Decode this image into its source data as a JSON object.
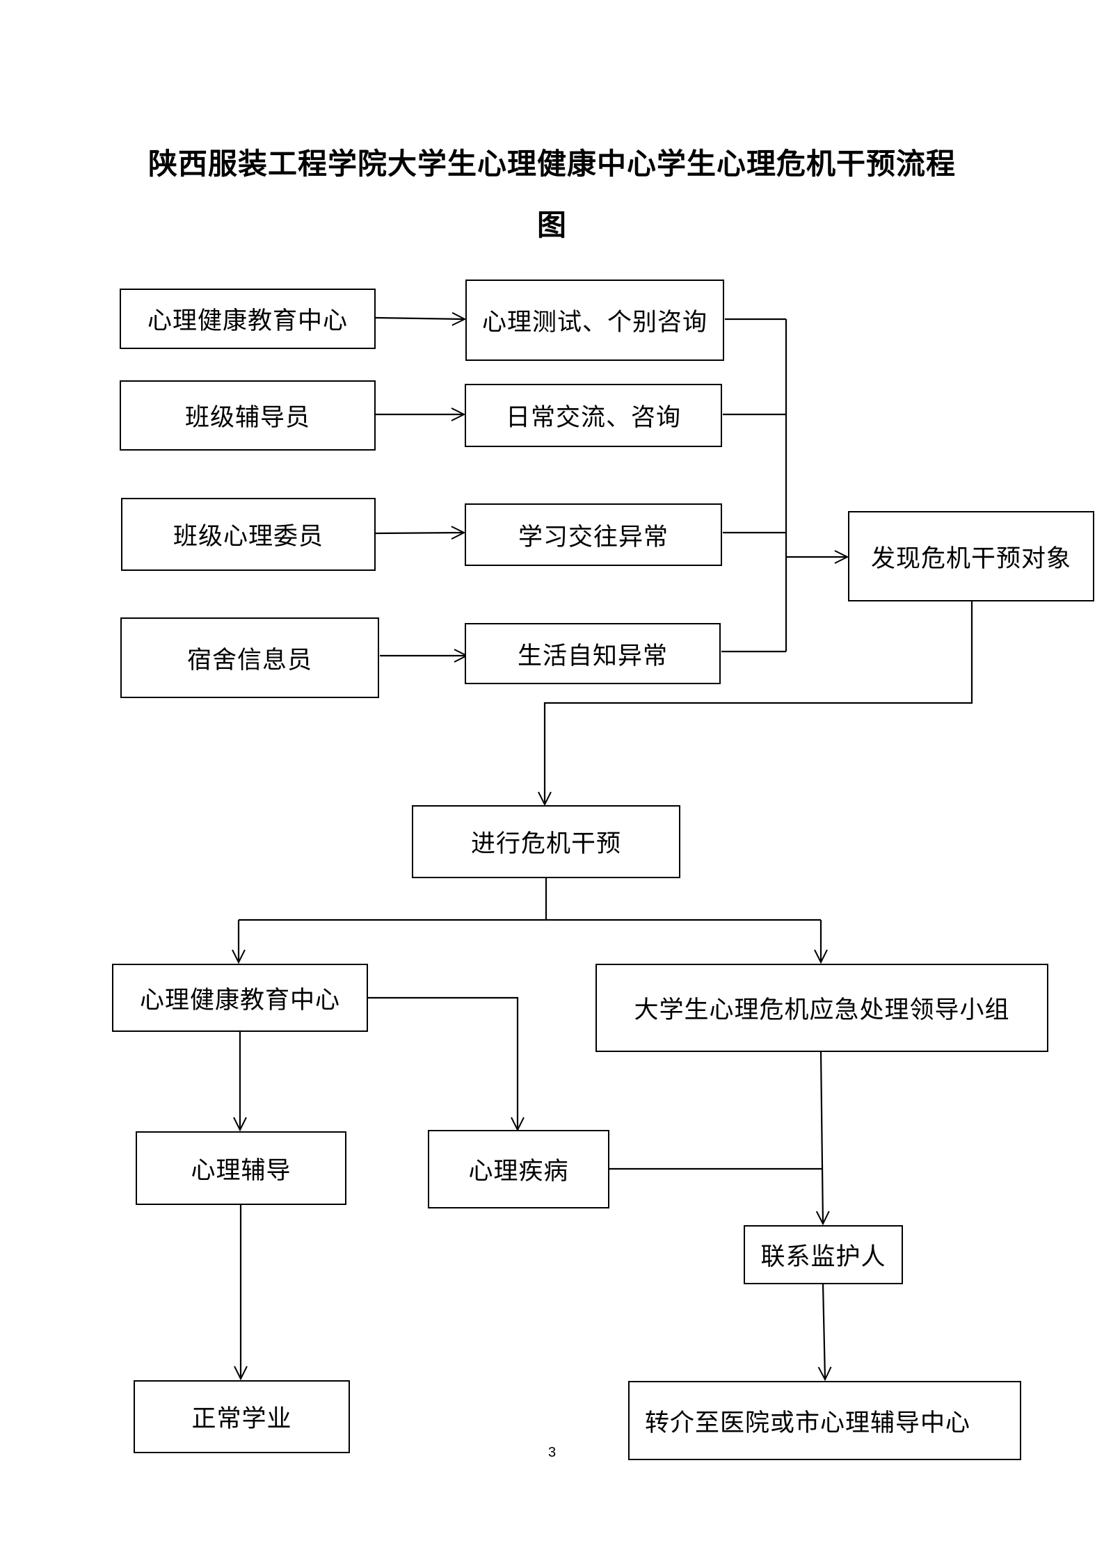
{
  "title": {
    "line1": "陕西服装工程学院大学生心理健康中心学生心理危机干预流程",
    "line2": "图"
  },
  "sources": {
    "mental_health_center": "心理健康教育中心",
    "class_counselor": "班级辅导员",
    "class_psych_committee": "班级心理委员",
    "dorm_informant": "宿舍信息员"
  },
  "channels": {
    "test_consult": "心理测试、个别咨询",
    "daily_communication": "日常交流、咨询",
    "study_social_abnormal": "学习交往异常",
    "life_self_abnormal": "生活自知异常"
  },
  "discover_target": "发现危机干预对象",
  "crisis_intervention": "进行危机干预",
  "branches": {
    "mental_health_center": "心理健康教育中心",
    "emergency_group": "大学生心理危机应急处理领导小组"
  },
  "outcomes": {
    "counseling": "心理辅导",
    "mental_illness": "心理疾病",
    "contact_guardian": "联系监护人",
    "normal_study": "正常学业",
    "referral": "转介至医院或市心理辅导中心"
  },
  "page_number": "3"
}
